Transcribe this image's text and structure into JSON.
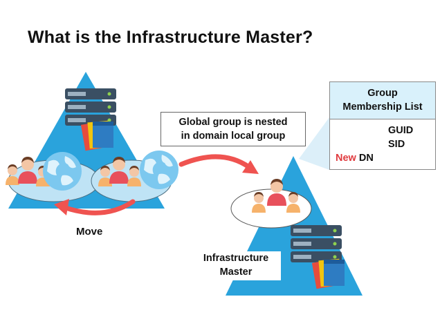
{
  "title": "What is the Infrastructure Master?",
  "callout": {
    "line1": "Global group is nested",
    "line2": "in domain local group"
  },
  "move_label": "Move",
  "infrastructure_master": {
    "line1": "Infrastructure",
    "line2": "Master"
  },
  "membership_list": {
    "header_line1": "Group",
    "header_line2": "Membership List",
    "guid": "GUID",
    "sid": "SID",
    "new_word": "New",
    "dn": "DN"
  },
  "colors": {
    "triangle": "#2aa3dc",
    "arrow": "#ef5350",
    "new_text": "#e03a3e",
    "server": "#34495e"
  },
  "icons": [
    "server-icon",
    "folder-icon",
    "users-icon",
    "globe-icon",
    "curved-arrow-icon"
  ]
}
